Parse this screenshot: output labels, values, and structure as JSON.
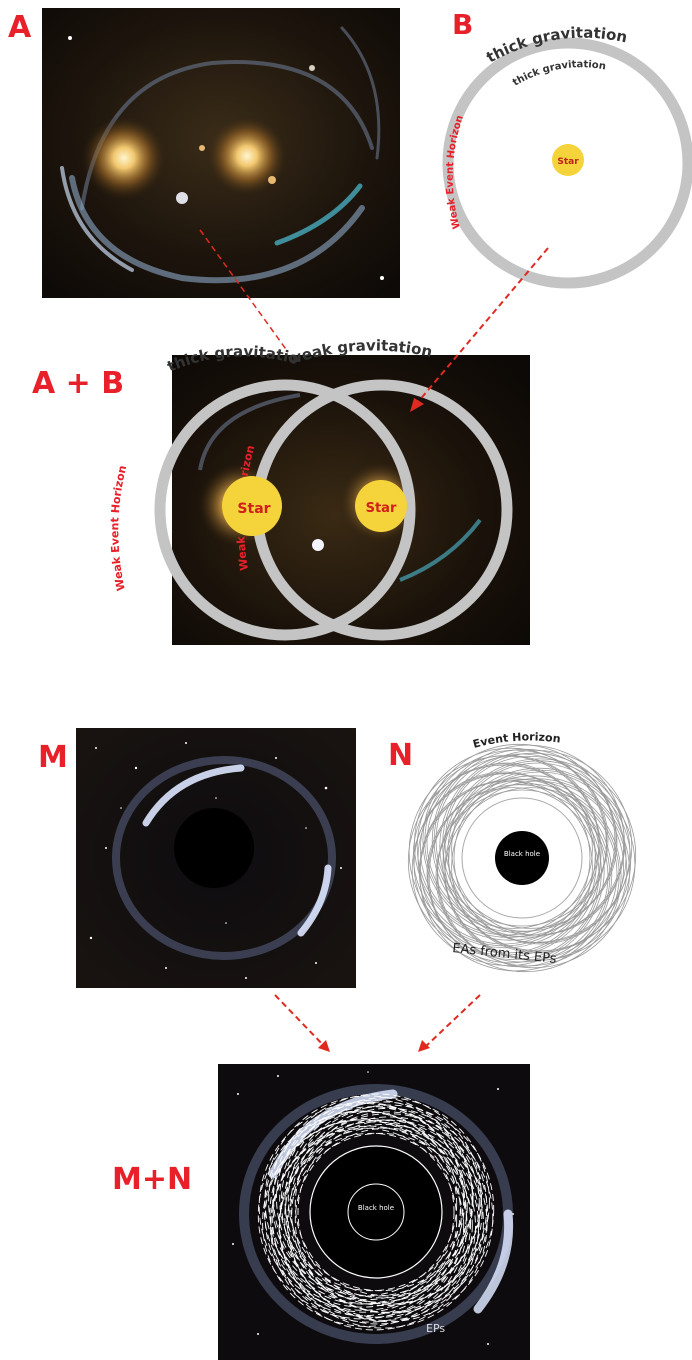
{
  "labels": {
    "a": "A",
    "b": "B",
    "ab": "A + B",
    "m": "M",
    "n": "N",
    "mn": "M+N"
  },
  "diagram_b": {
    "outer_arc_text": "thick gravitation",
    "inner_arc_text": "thick gravitation",
    "side_text": "Weak Event Horizon",
    "star_label": "Star"
  },
  "diagram_ab": {
    "arc_text_left": "thick gravitation",
    "arc_text_right": "weak gravitation",
    "side_text_left": "Weak Event Horizon",
    "side_text_inner": "Weak Event Horizon",
    "star_left": "Star",
    "star_right": "Star"
  },
  "diagram_n": {
    "top_text": "Event Horizon",
    "bottom_text": "EAs from its EPs",
    "core_label": "Black hole"
  },
  "diagram_mn": {
    "core_label": "Black hole",
    "ring_text": "EPs"
  },
  "colors": {
    "label_red": "#e8202a",
    "ring_gray": "#c4c4c4",
    "star_yellow": "#f5d33a",
    "arrow_red": "#e02a20",
    "space_dark": "#0b0a0e"
  }
}
